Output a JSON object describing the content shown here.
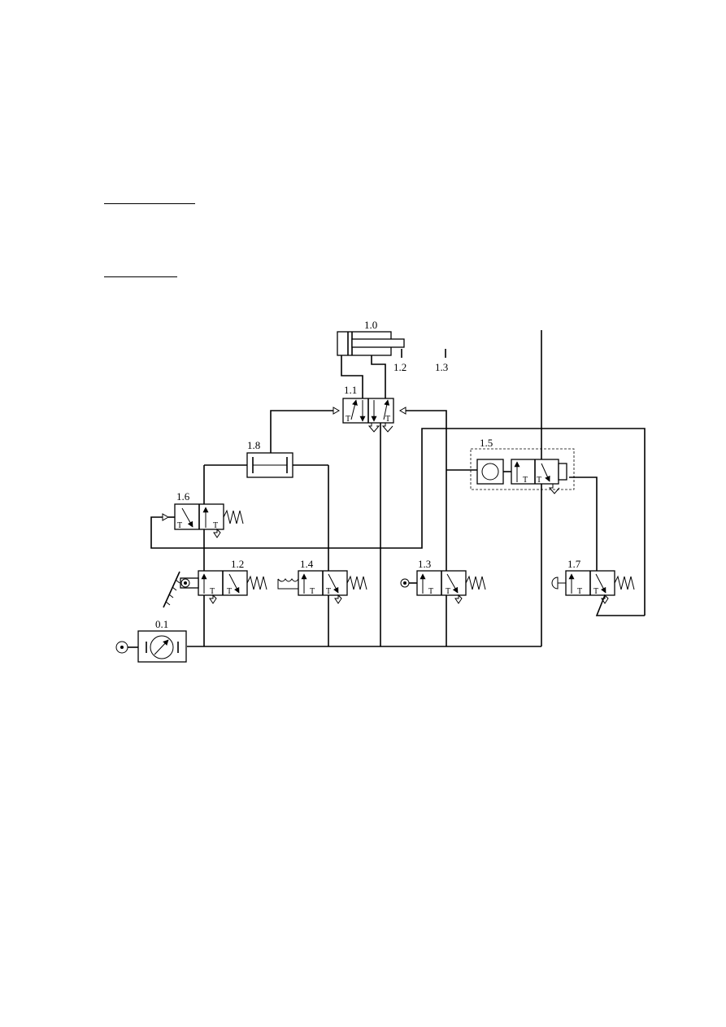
{
  "document": {
    "heading_lines": 2
  },
  "diagram": {
    "component_labels": {
      "cylinder": "1.0",
      "main_valve": "1.1",
      "limit_marker_1_2": "1.2",
      "limit_marker_1_3": "1.3",
      "shuttle": "1.8",
      "timer_box": "1.5",
      "valve_1_6": "1.6",
      "valve_1_2": "1.2",
      "valve_1_4": "1.4",
      "valve_1_3": "1.3",
      "valve_1_7": "1.7",
      "supply": "0.1"
    },
    "port_letter": "T"
  }
}
